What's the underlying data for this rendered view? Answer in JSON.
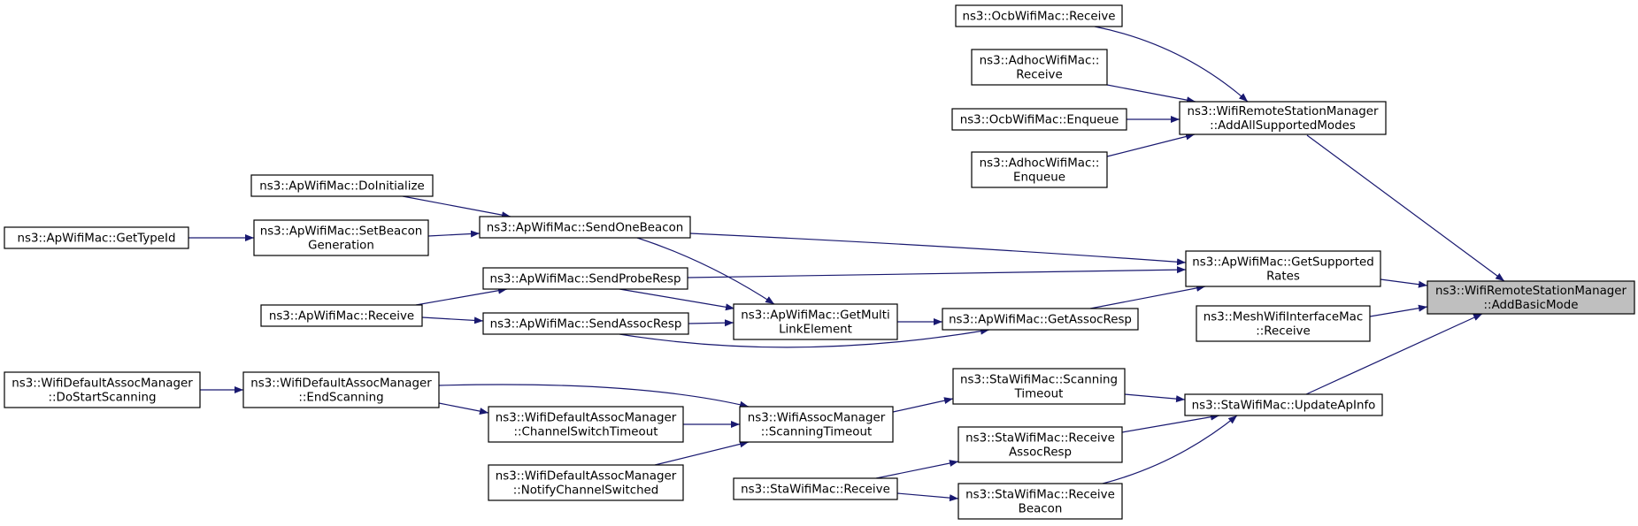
{
  "diagram": {
    "edge_color": "#191970",
    "root_fill": "#bfbfbf",
    "nodes": [
      {
        "id": "addbasic",
        "lines": [
          "ns3::WifiRemoteStationManager",
          "::AddBasicMode"
        ],
        "highlighted": true
      },
      {
        "id": "addall",
        "lines": [
          "ns3::WifiRemoteStationManager",
          "::AddAllSupportedModes"
        ]
      },
      {
        "id": "ocbrecv",
        "lines": [
          "ns3::OcbWifiMac::Receive"
        ]
      },
      {
        "id": "adhocrecv",
        "lines": [
          "ns3::AdhocWifiMac::",
          "Receive"
        ]
      },
      {
        "id": "ocbenq",
        "lines": [
          "ns3::OcbWifiMac::Enqueue"
        ]
      },
      {
        "id": "adhocenq",
        "lines": [
          "ns3::AdhocWifiMac::",
          "Enqueue"
        ]
      },
      {
        "id": "getsupported",
        "lines": [
          "ns3::ApWifiMac::GetSupported",
          "Rates"
        ]
      },
      {
        "id": "meshrecv",
        "lines": [
          "ns3::MeshWifiInterfaceMac",
          "::Receive"
        ]
      },
      {
        "id": "updateap",
        "lines": [
          "ns3::StaWifiMac::UpdateApInfo"
        ]
      },
      {
        "id": "sendonebeacon",
        "lines": [
          "ns3::ApWifiMac::SendOneBeacon"
        ]
      },
      {
        "id": "sendproberesp",
        "lines": [
          "ns3::ApWifiMac::SendProbeResp"
        ]
      },
      {
        "id": "getassocresp",
        "lines": [
          "ns3::ApWifiMac::GetAssocResp"
        ]
      },
      {
        "id": "doinit",
        "lines": [
          "ns3::ApWifiMac::DoInitialize"
        ]
      },
      {
        "id": "setbeacon",
        "lines": [
          "ns3::ApWifiMac::SetBeacon",
          "Generation"
        ]
      },
      {
        "id": "gettypeid",
        "lines": [
          "ns3::ApWifiMac::GetTypeId"
        ]
      },
      {
        "id": "getmulti",
        "lines": [
          "ns3::ApWifiMac::GetMulti",
          "LinkElement"
        ]
      },
      {
        "id": "sendassocresp",
        "lines": [
          "ns3::ApWifiMac::SendAssocResp"
        ]
      },
      {
        "id": "aprecv",
        "lines": [
          "ns3::ApWifiMac::Receive"
        ]
      },
      {
        "id": "scantimeout",
        "lines": [
          "ns3::StaWifiMac::Scanning",
          "Timeout"
        ]
      },
      {
        "id": "recvassocresp",
        "lines": [
          "ns3::StaWifiMac::Receive",
          "AssocResp"
        ]
      },
      {
        "id": "recvbeacon",
        "lines": [
          "ns3::StaWifiMac::Receive",
          "Beacon"
        ]
      },
      {
        "id": "assocscan",
        "lines": [
          "ns3::WifiAssocManager",
          "::ScanningTimeout"
        ]
      },
      {
        "id": "starecv",
        "lines": [
          "ns3::StaWifiMac::Receive"
        ]
      },
      {
        "id": "endscan",
        "lines": [
          "ns3::WifiDefaultAssocManager",
          "::EndScanning"
        ]
      },
      {
        "id": "chswitch",
        "lines": [
          "ns3::WifiDefaultAssocManager",
          "::ChannelSwitchTimeout"
        ]
      },
      {
        "id": "notifych",
        "lines": [
          "ns3::WifiDefaultAssocManager",
          "::NotifyChannelSwitched"
        ]
      },
      {
        "id": "dostart",
        "lines": [
          "ns3::WifiDefaultAssocManager",
          "::DoStartScanning"
        ]
      }
    ],
    "edges": [
      {
        "from": "addall",
        "to": "addbasic"
      },
      {
        "from": "getsupported",
        "to": "addbasic"
      },
      {
        "from": "meshrecv",
        "to": "addbasic"
      },
      {
        "from": "updateap",
        "to": "addbasic"
      },
      {
        "from": "ocbrecv",
        "to": "addall"
      },
      {
        "from": "adhocrecv",
        "to": "addall"
      },
      {
        "from": "ocbenq",
        "to": "addall"
      },
      {
        "from": "adhocenq",
        "to": "addall"
      },
      {
        "from": "sendonebeacon",
        "to": "getsupported"
      },
      {
        "from": "sendproberesp",
        "to": "getsupported"
      },
      {
        "from": "getassocresp",
        "to": "getsupported"
      },
      {
        "from": "doinit",
        "to": "sendonebeacon"
      },
      {
        "from": "setbeacon",
        "to": "sendonebeacon"
      },
      {
        "from": "gettypeid",
        "to": "setbeacon"
      },
      {
        "from": "aprecv",
        "to": "sendproberesp"
      },
      {
        "from": "aprecv",
        "to": "sendassocresp"
      },
      {
        "from": "sendonebeacon",
        "to": "getmulti"
      },
      {
        "from": "sendproberesp",
        "to": "getmulti"
      },
      {
        "from": "sendassocresp",
        "to": "getmulti"
      },
      {
        "from": "getmulti",
        "to": "getassocresp"
      },
      {
        "from": "sendassocresp",
        "to": "getassocresp"
      },
      {
        "from": "scantimeout",
        "to": "updateap"
      },
      {
        "from": "recvassocresp",
        "to": "updateap"
      },
      {
        "from": "recvbeacon",
        "to": "updateap"
      },
      {
        "from": "assocscan",
        "to": "scantimeout"
      },
      {
        "from": "starecv",
        "to": "recvassocresp"
      },
      {
        "from": "starecv",
        "to": "recvbeacon"
      },
      {
        "from": "endscan",
        "to": "assocscan"
      },
      {
        "from": "chswitch",
        "to": "assocscan"
      },
      {
        "from": "notifych",
        "to": "assocscan"
      },
      {
        "from": "endscan",
        "to": "chswitch"
      },
      {
        "from": "dostart",
        "to": "endscan"
      }
    ]
  }
}
